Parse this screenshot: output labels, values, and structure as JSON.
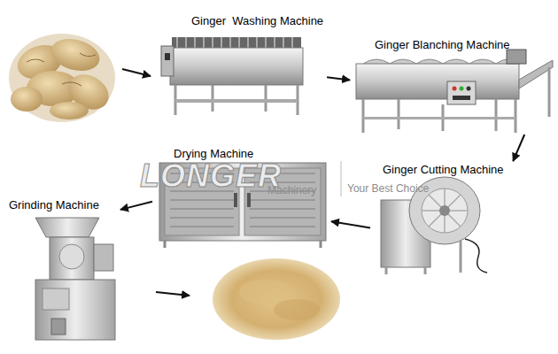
{
  "diagram": {
    "nodes": [
      {
        "text": [
          "Ginger  Washing Machine"
        ]
      },
      {
        "text": [
          "Ginger Blanching Machine"
        ]
      },
      {
        "text": [
          "Ginger Cutting Machine"
        ]
      },
      {
        "text": [
          "Drying Machine"
        ]
      },
      {
        "text": [
          "Grinding Machine"
        ]
      }
    ],
    "edges": [
      {
        "from": 0,
        "to": 1,
        "arrow": "to"
      },
      {
        "from": 1,
        "to": 2,
        "arrow": "to"
      },
      {
        "from": 2,
        "to": 3,
        "arrow": "to"
      },
      {
        "from": 3,
        "to": 4,
        "arrow": "to"
      }
    ],
    "labels": [
      "LONGER",
      "Machinery",
      "Your Best Choice"
    ]
  }
}
